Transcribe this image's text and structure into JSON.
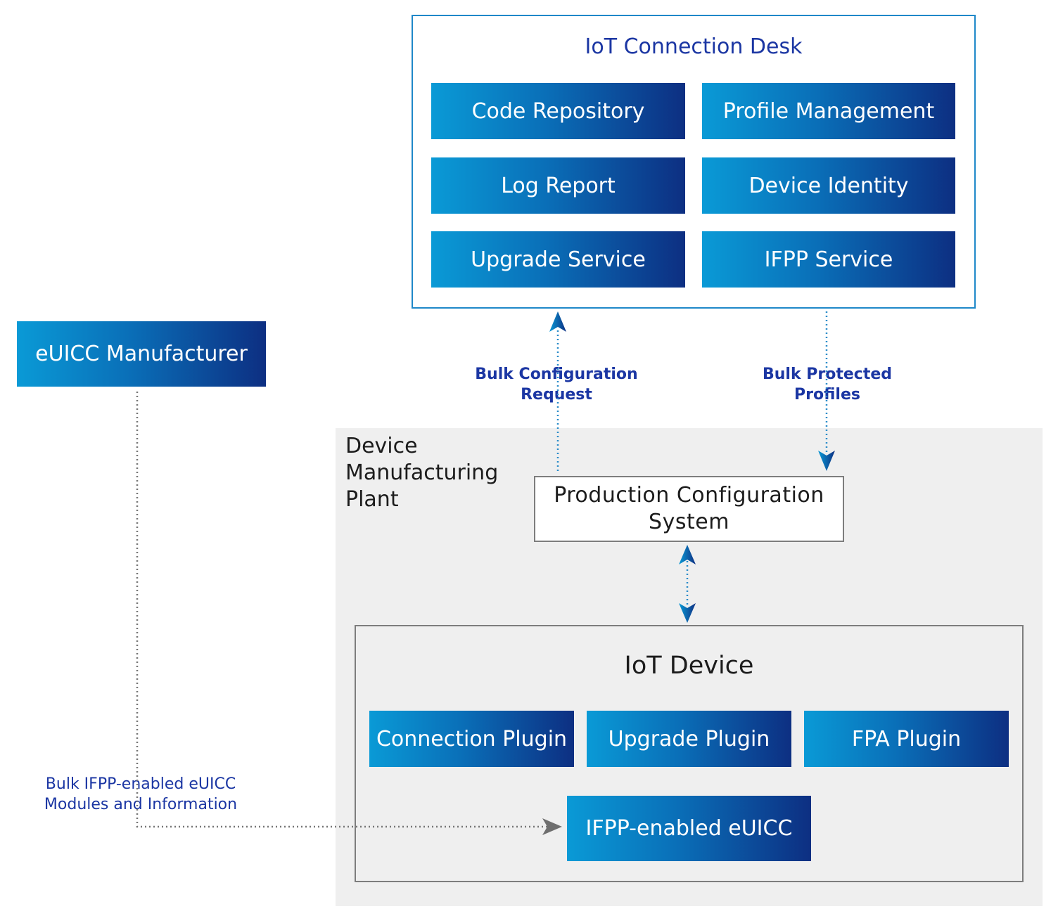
{
  "desk": {
    "title": "IoT Connection Desk",
    "modules": [
      "Code  Repository",
      "Profile  Management",
      "Log  Report",
      "Device  Identity",
      "Upgrade  Service",
      "IFPP  Service"
    ]
  },
  "manufacturer": {
    "label": "eUICC  Manufacturer"
  },
  "flows": {
    "config_request": [
      "Bulk  Configuration",
      "Request"
    ],
    "protected_profiles": [
      "Bulk  Protected",
      "Profiles"
    ],
    "modules_info": [
      "Bulk  IFPP-enabled  eUICC",
      "Modules and Information"
    ]
  },
  "plant": {
    "label": [
      "Device",
      "Manufacturing",
      "Plant"
    ],
    "pcs": [
      "Production  Configuration",
      "System"
    ],
    "device": {
      "title": "IoT  Device",
      "plugins": [
        "Connection Plugin",
        "Upgrade  Plugin",
        "FPA  Plugin"
      ],
      "euicc": "IFPP-enabled eUICC"
    }
  },
  "colors": {
    "gradient_start": "#0a9ad6",
    "gradient_end": "#0d2f82",
    "title_blue": "#1b36a3",
    "desk_border": "#1f88c9",
    "plant_background": "#efefef",
    "frame_gray": "#7d7d7d"
  }
}
